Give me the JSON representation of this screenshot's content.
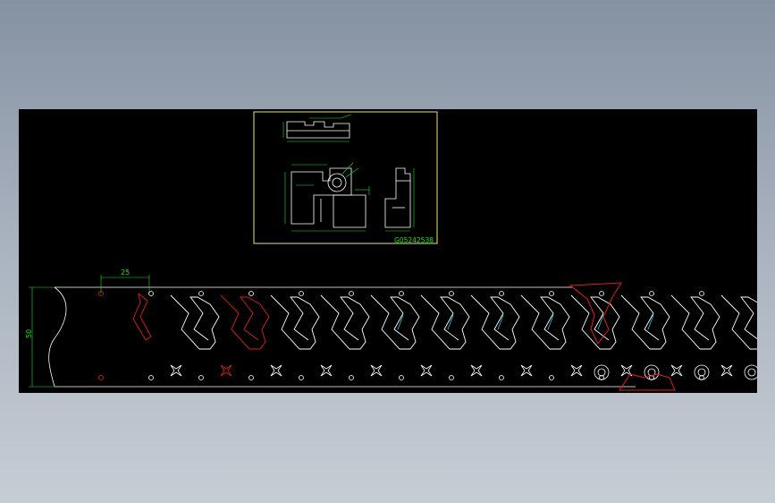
{
  "drawing": {
    "background": "#000000",
    "frame_color": "#e6e66a",
    "dim_color": "#19e619",
    "outline_color": "#ffffff",
    "highlight_color": "#e11d1d",
    "accent_color": "#22d3ee"
  },
  "titleblock": {
    "code": "G05242538"
  },
  "strip": {
    "width_dim": "50",
    "pitch_dim": "25",
    "station_count": 13
  }
}
